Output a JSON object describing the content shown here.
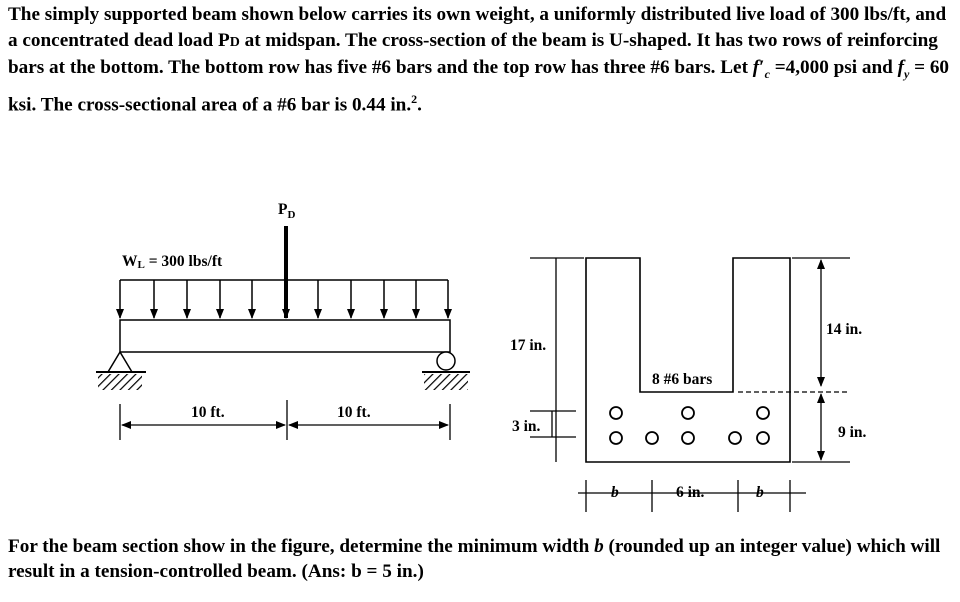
{
  "problem": {
    "p1": "The simply supported beam shown below carries its own weight, a uniformly distributed live load of 300 lbs/ft, and a concentrated dead load P",
    "pd_sub": "D",
    "p2": " at midspan. The cross-section of the beam is U-shaped. It has two rows of reinforcing bars at the bottom. The bottom row has five #6 bars and the top row has three #6 bars. Let ",
    "fc_symbol": "f",
    "fc_prime": "′",
    "fc_sub": "c",
    "p3": " =4,000 psi and ",
    "fy_symbol": "f",
    "fy_sub": "y",
    "p4": " = 60 ksi. The cross-sectional area of a #6 bar is 0.44 in.",
    "area_sup": "2",
    "p5": "."
  },
  "beam": {
    "load_label": "W",
    "load_sub": "L",
    "load_value": " = 300 lbs/ft",
    "point_load": "P",
    "point_load_sub": "D",
    "span_left": "10 ft.",
    "span_right": "10 ft."
  },
  "section": {
    "height_total": "17 in.",
    "height_bottom": "3 in.",
    "stem_depth": "14 in.",
    "flange_depth": "9 in.",
    "bars_label": "8 #6 bars",
    "width_left": "b",
    "width_mid": "6 in.",
    "width_right": "b"
  },
  "question": {
    "text": "For the beam section show in the figure, determine the minimum width ",
    "var": "b",
    "text2": " (rounded up an integer value) which will result in a tension-controlled beam. (Ans: b = 5 in.)"
  }
}
